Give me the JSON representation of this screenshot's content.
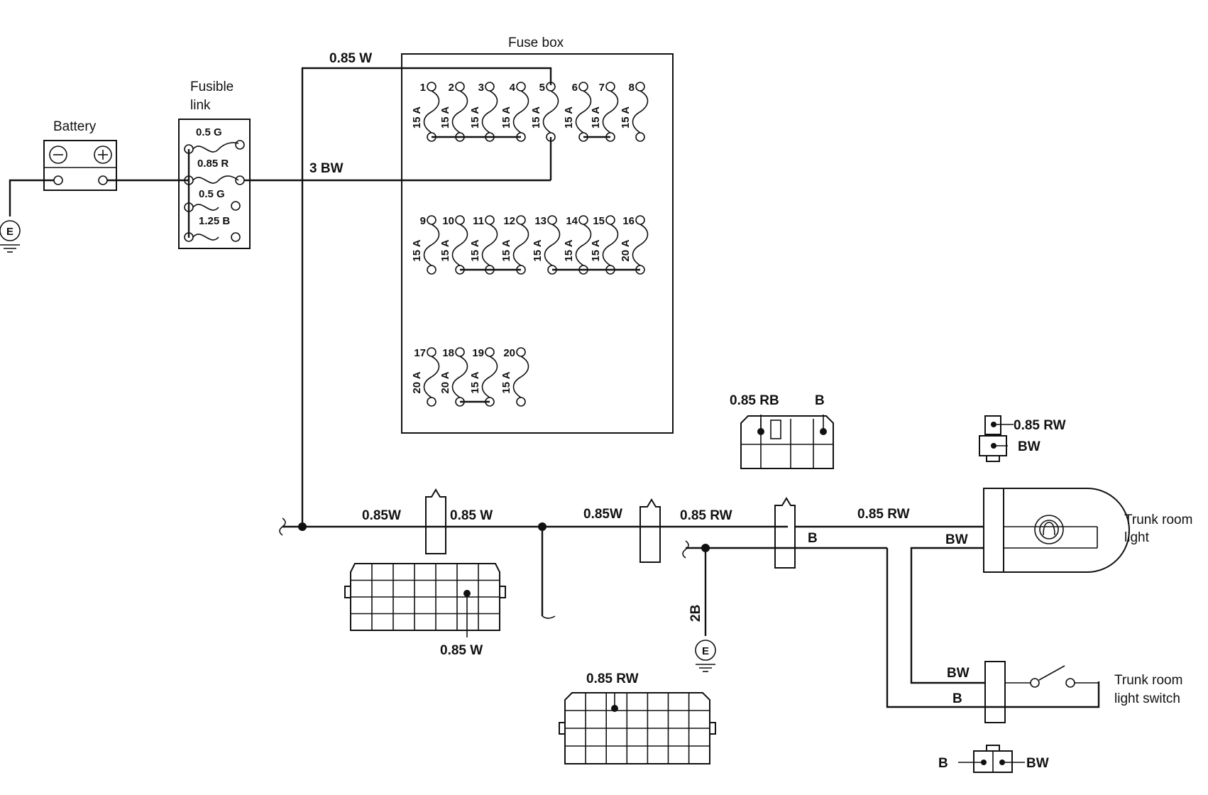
{
  "labels": {
    "battery": "Battery",
    "fusible_link_1": "Fusible",
    "fusible_link_2": "link",
    "fuse_box": "Fuse box",
    "trunk_light_1": "Trunk room",
    "trunk_light_2": "light",
    "trunk_switch_1": "Trunk room",
    "trunk_switch_2": "light switch"
  },
  "fusible_link_wires": [
    "0.5 G",
    "0.85 R",
    "0.5 G",
    "1.25 B"
  ],
  "wire_labels": {
    "top_feed": "0.85 W",
    "main_feed": "3 BW",
    "seg1_left": "0.85W",
    "seg1_right": "0.85 W",
    "seg2": "0.85W",
    "seg3": "0.85 RW",
    "seg4": "0.85 RW",
    "ground_b": "B",
    "light_bw": "BW",
    "ground_2b": "2B",
    "switch_bw": "BW",
    "switch_b": "B",
    "conn1_wire": "0.85 W",
    "conn2_wire": "0.85 RW",
    "conn3_left": "0.85 RB",
    "conn3_right": "B",
    "conn4_top": "0.85 RW",
    "conn4_bottom": "BW",
    "conn5_left": "B",
    "conn5_right": "BW"
  },
  "ground_symbol": "E",
  "fuses": {
    "row1": [
      {
        "num": "1",
        "rating": "15 A"
      },
      {
        "num": "2",
        "rating": "15 A"
      },
      {
        "num": "3",
        "rating": "15 A"
      },
      {
        "num": "4",
        "rating": "15 A"
      },
      {
        "num": "5",
        "rating": "15 A"
      },
      {
        "num": "6",
        "rating": "15 A"
      },
      {
        "num": "7",
        "rating": "15 A"
      },
      {
        "num": "8",
        "rating": "15 A"
      }
    ],
    "row2": [
      {
        "num": "9",
        "rating": "15 A"
      },
      {
        "num": "10",
        "rating": "15 A"
      },
      {
        "num": "11",
        "rating": "15 A"
      },
      {
        "num": "12",
        "rating": "15 A"
      },
      {
        "num": "13",
        "rating": "15 A"
      },
      {
        "num": "14",
        "rating": "15 A"
      },
      {
        "num": "15",
        "rating": "15 A"
      },
      {
        "num": "16",
        "rating": "20 A"
      }
    ],
    "row3": [
      {
        "num": "17",
        "rating": "20 A"
      },
      {
        "num": "18",
        "rating": "20 A"
      },
      {
        "num": "19",
        "rating": "15 A"
      },
      {
        "num": "20",
        "rating": "15 A"
      }
    ]
  }
}
